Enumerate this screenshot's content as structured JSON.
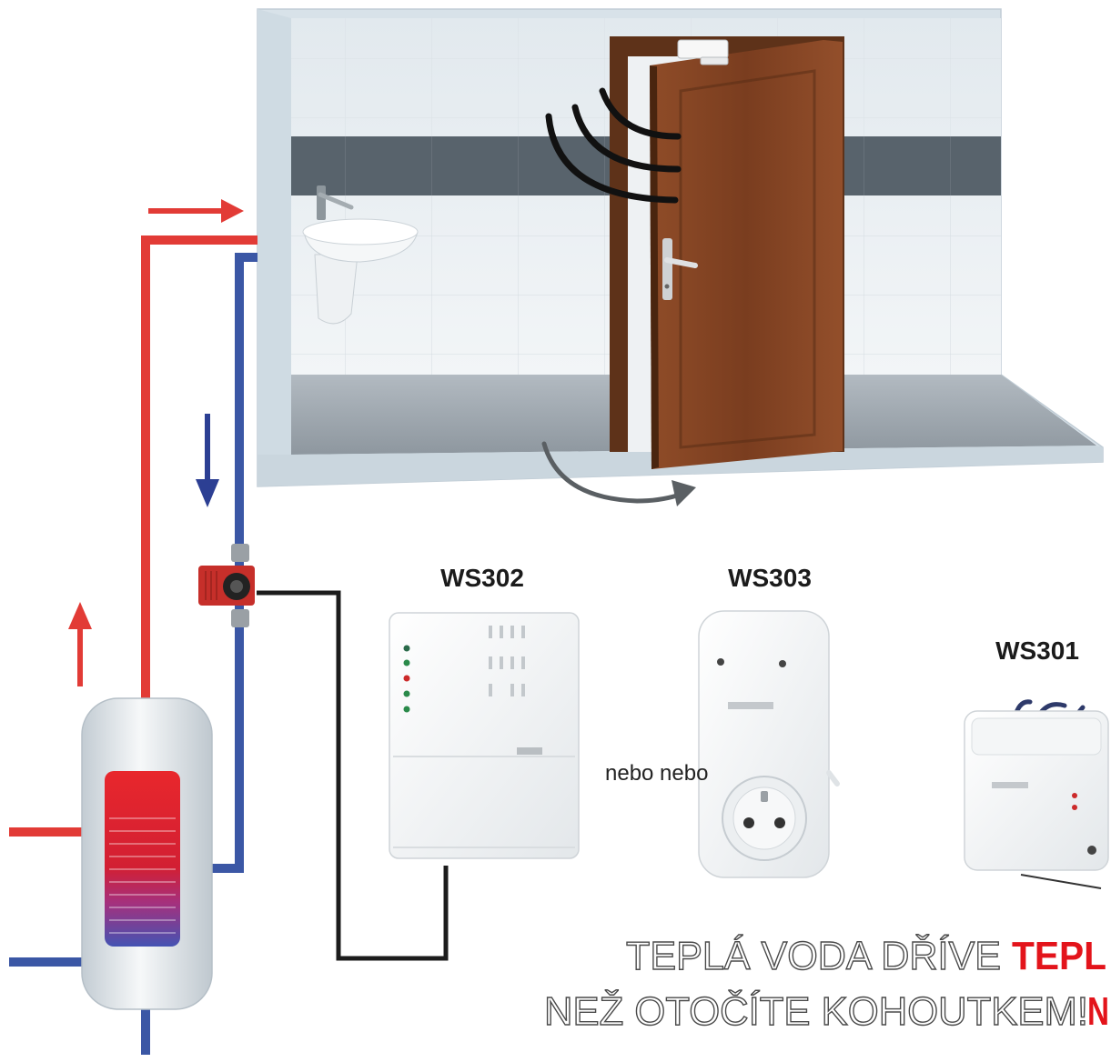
{
  "labels": {
    "ws302": "WS302",
    "ws303": "WS303",
    "ws301": "WS301"
  },
  "connector": "nebo nebo",
  "slogan": {
    "line1_outline": "TEPLÁ VODA DŘÍVE",
    "line1_red": "TEPL",
    "line2_outline": "NEŽ OTOČÍTE KOHOUTKEM!",
    "line2_red": "N"
  },
  "colors": {
    "hot_pipe": "#e23b36",
    "cold_pipe": "#3b57a5",
    "cold_arrow": "#2c3f93",
    "wire": "#1c1c1c",
    "pump": "#c62f2a",
    "accent_red": "#e3141b",
    "led_green": "#2a8a4a",
    "led_red": "#cc2a2a"
  }
}
